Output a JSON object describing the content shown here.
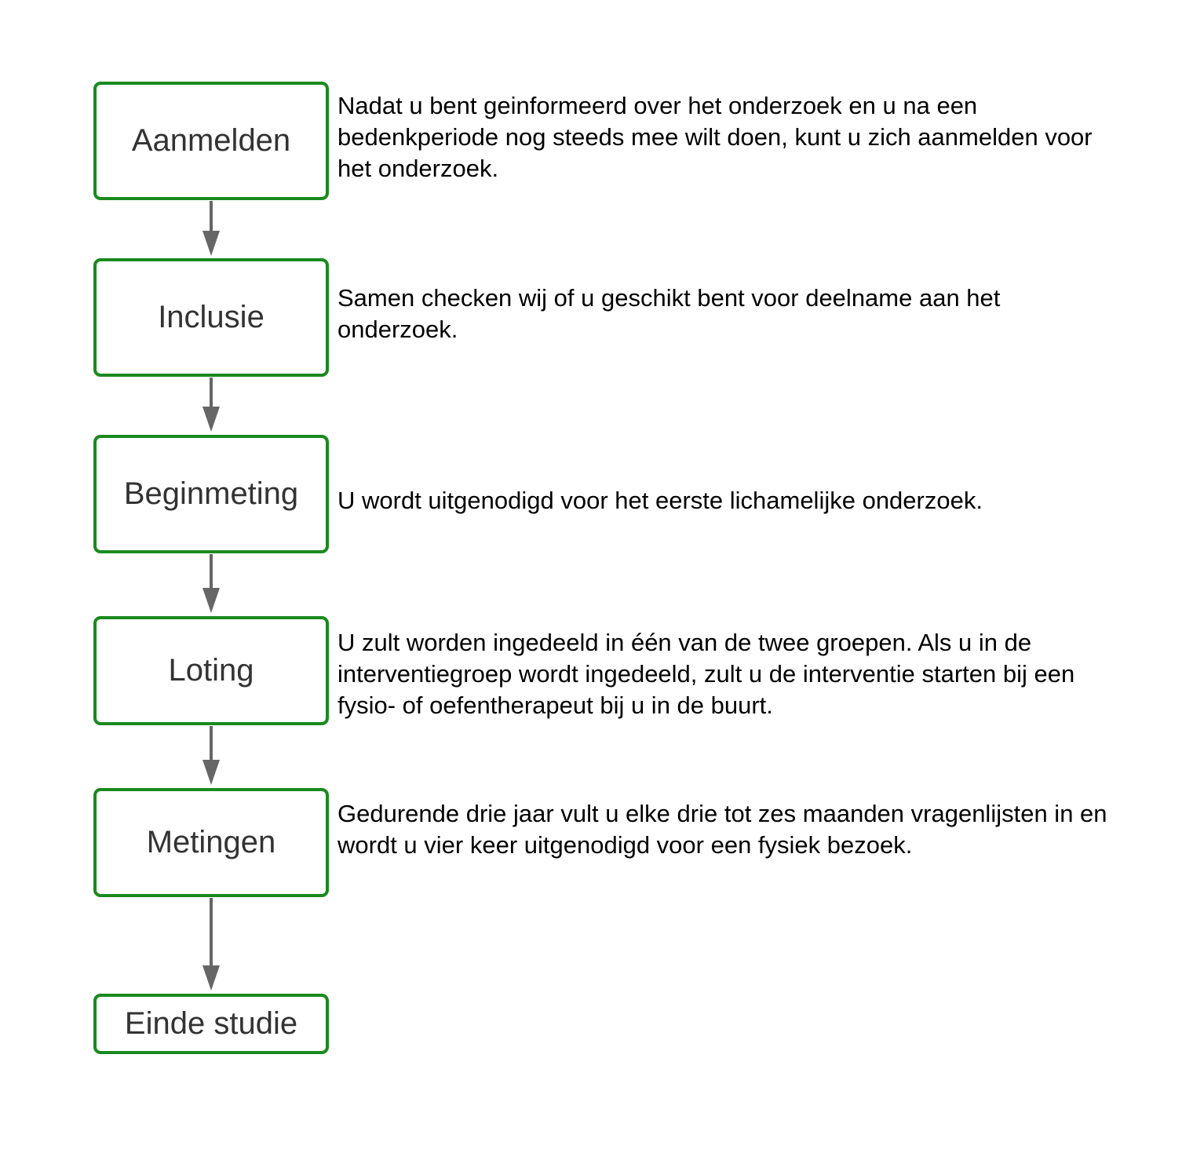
{
  "colors": {
    "box_border": "#1a8a1e",
    "arrow": "#666666",
    "label_text": "#333333",
    "desc_text": "#000000"
  },
  "steps": [
    {
      "label": "Aanmelden",
      "description": "Nadat u bent geinformeerd over het onderzoek en u na een bedenkperiode nog steeds mee wilt doen, kunt u zich aanmelden voor het onderzoek."
    },
    {
      "label": "Inclusie",
      "description": "Samen checken wij of u geschikt bent voor deelname aan het onderzoek."
    },
    {
      "label": "Beginmeting",
      "description": "U wordt uitgenodigd voor het eerste lichamelijke onderzoek."
    },
    {
      "label": "Loting",
      "description": "U zult worden ingedeeld in één van de twee groepen. Als u in de interventiegroep wordt ingedeeld, zult u de interventie starten bij een fysio- of oefentherapeut bij u in de buurt."
    },
    {
      "label": "Metingen",
      "description": "Gedurende drie jaar vult u elke drie tot zes maanden vragenlijsten in en wordt u vier keer uitgenodigd voor een fysiek bezoek."
    },
    {
      "label": "Einde studie"
    }
  ]
}
